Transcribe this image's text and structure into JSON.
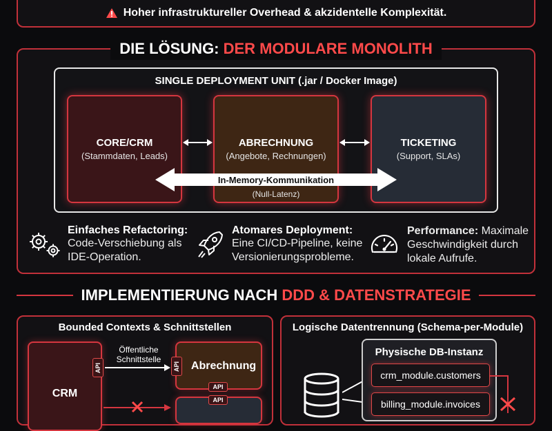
{
  "top_banner": {
    "icon": "warning-icon",
    "text": "Hoher infrastruktureller Overhead & akzidentelle Komplexität."
  },
  "solution": {
    "title_prefix": "DIE LÖSUNG: ",
    "title_highlight": "DER MODULARE MONOLITH",
    "deployment_unit_label": "SINGLE DEPLOYMENT UNIT (.jar / Docker Image)",
    "modules": [
      {
        "name": "CORE/CRM",
        "subtitle": "(Stammdaten, Leads)",
        "color": "#3a1518"
      },
      {
        "name": "ABRECHNUNG",
        "subtitle": "(Angebote, Rechnungen)",
        "color": "#3e2614"
      },
      {
        "name": "TICKETING",
        "subtitle": "(Support, SLAs)",
        "color": "#262c36"
      }
    ],
    "communication_label": "In-Memory-Kommunikation",
    "communication_sub": "(Null-Latenz)",
    "features": [
      {
        "icon": "gears-icon",
        "title": "Einfaches Refactoring:",
        "line1": "Code-Verschiebung als",
        "line2": "IDE-Operation."
      },
      {
        "icon": "rocket-icon",
        "title": "Atomares Deployment:",
        "line1": "Eine CI/CD-Pipeline, keine",
        "line2": "Versionierungsprobleme."
      },
      {
        "icon": "gauge-icon",
        "title": "Performance:",
        "title_rest": " Maximale",
        "line1": "Geschwindigkeit durch",
        "line2": "lokale Aufrufe."
      }
    ]
  },
  "implementation": {
    "title_prefix": "IMPLEMENTIERUNG NACH ",
    "title_highlight": "DDD & DATENSTRATEGIE",
    "bounded": {
      "title": "Bounded Contexts & Schnittstellen",
      "crm_label": "CRM",
      "billing_label": "Abrechnung",
      "api_label": "API",
      "interface_label_1": "Öffentliche",
      "interface_label_2": "Schnittstelle"
    },
    "data": {
      "title": "Logische Datentrennung (Schema-per-Module)",
      "db_title": "Physische DB-Instanz",
      "tables": [
        "crm_module.customers",
        "billing_module.invoices"
      ]
    }
  },
  "colors": {
    "accent": "#ff4a4a",
    "border": "#c2313a"
  }
}
